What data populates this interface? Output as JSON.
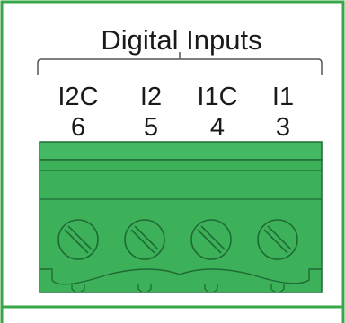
{
  "title": "Digital Inputs",
  "terminals": [
    {
      "name": "I2C",
      "number": "6"
    },
    {
      "name": "I2",
      "number": "5"
    },
    {
      "name": "I1C",
      "number": "4"
    },
    {
      "name": "I1",
      "number": "3"
    }
  ],
  "colors": {
    "panel_border": "#3aa64a",
    "connector_green": "#3cb15a",
    "connector_dark": "#1f6b34",
    "text": "#1a1a1a"
  }
}
